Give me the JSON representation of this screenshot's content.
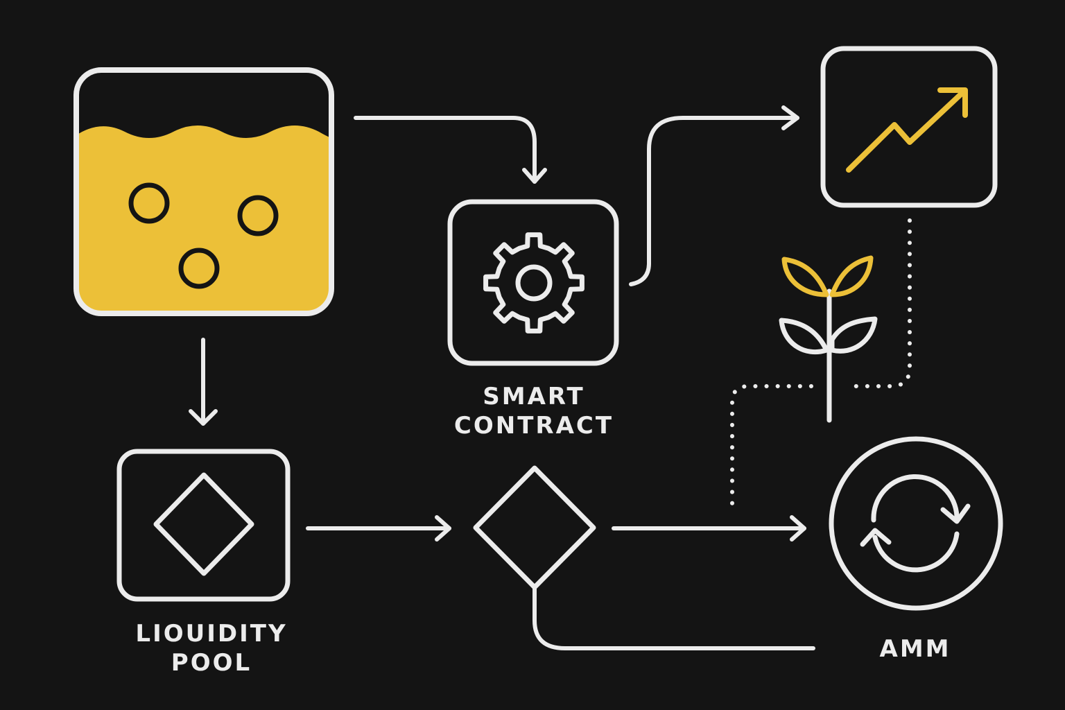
{
  "colors": {
    "background": "#141414",
    "stroke": "#ececec",
    "accent": "#ecc038"
  },
  "nodes": {
    "pool_tank": {
      "icon": "liquid-tank-icon"
    },
    "smart_contract": {
      "icon": "gear-icon",
      "label_line1": "SMART",
      "label_line2": "CONTRACT"
    },
    "growth_chart": {
      "icon": "trend-up-icon"
    },
    "sprout": {
      "icon": "sprout-icon"
    },
    "liquidity_pool": {
      "icon": "diamond-icon",
      "label_line1": "LIOUIDITY",
      "label_line2": "POOL"
    },
    "decision": {
      "icon": "diamond-icon"
    },
    "amm": {
      "icon": "refresh-cycle-icon",
      "label": "AMM"
    }
  }
}
